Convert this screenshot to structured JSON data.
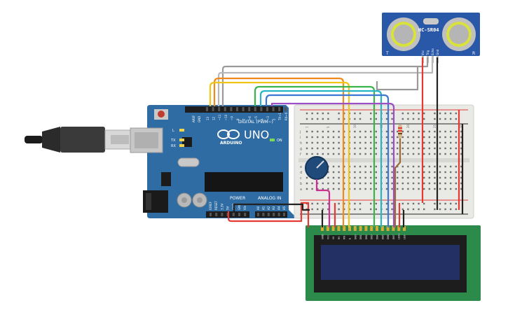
{
  "arduino": {
    "brand": "ARDUINO",
    "model": "UNO",
    "digital_label": "DIGITAL (PWM~)",
    "power_label": "POWER",
    "analog_label": "ANALOG IN",
    "on_label": "ON",
    "led_l": "L",
    "led_tx": "TX",
    "led_rx": "RX",
    "aref": "AREF",
    "gnd": "GND",
    "digital_pins": [
      "13",
      "12",
      "~11",
      "~10",
      "~9",
      "8",
      "7",
      "~6",
      "~5",
      "4",
      "~3",
      "2",
      "TX→1",
      "RX←0"
    ],
    "power_pins": [
      "IOREF",
      "RESET",
      "3.3V",
      "5V",
      "GND",
      "GND",
      "Vin"
    ],
    "analog_pins": [
      "A0",
      "A1",
      "A2",
      "A3",
      "A4",
      "A5"
    ]
  },
  "sensor": {
    "model": "HC-SR04",
    "left_mark": "T",
    "right_mark": "R",
    "pins": [
      "Vcc",
      "Trig",
      "Echo",
      "Gnd"
    ]
  },
  "breadboard": {
    "row_letters_top": [
      "j",
      "i",
      "h",
      "g",
      "f"
    ],
    "row_letters_bottom": [
      "e",
      "d",
      "c",
      "b",
      "a"
    ],
    "col_numbers": [
      "1",
      "5",
      "10",
      "15",
      "20",
      "25",
      "30"
    ]
  },
  "lcd": {
    "pin_labels": [
      "GND",
      "VCC",
      "V0",
      "RS",
      "RW",
      "E",
      "DB0",
      "DB1",
      "DB2",
      "DB3",
      "DB4",
      "DB5",
      "DB6",
      "DB7",
      "LED+",
      "LED-"
    ]
  },
  "colors": {
    "arduino_board": "#2f6ca3",
    "breadboard": "#e9e9e6",
    "sensor_board": "#2a58a8",
    "lcd_board": "#2c8a4a",
    "lcd_screen": "#223063",
    "wire_red": "#e53935",
    "wire_black": "#222222",
    "wire_orange": "#f08a1c",
    "wire_yellow": "#f2c417",
    "wire_green": "#38b54a",
    "wire_cyan": "#25b5c6",
    "wire_blue": "#3d77d6",
    "wire_purple": "#9c4fc4",
    "wire_magenta": "#cc2f8f",
    "wire_brown": "#9a6a3a",
    "wire_gray": "#9a9a9a"
  }
}
